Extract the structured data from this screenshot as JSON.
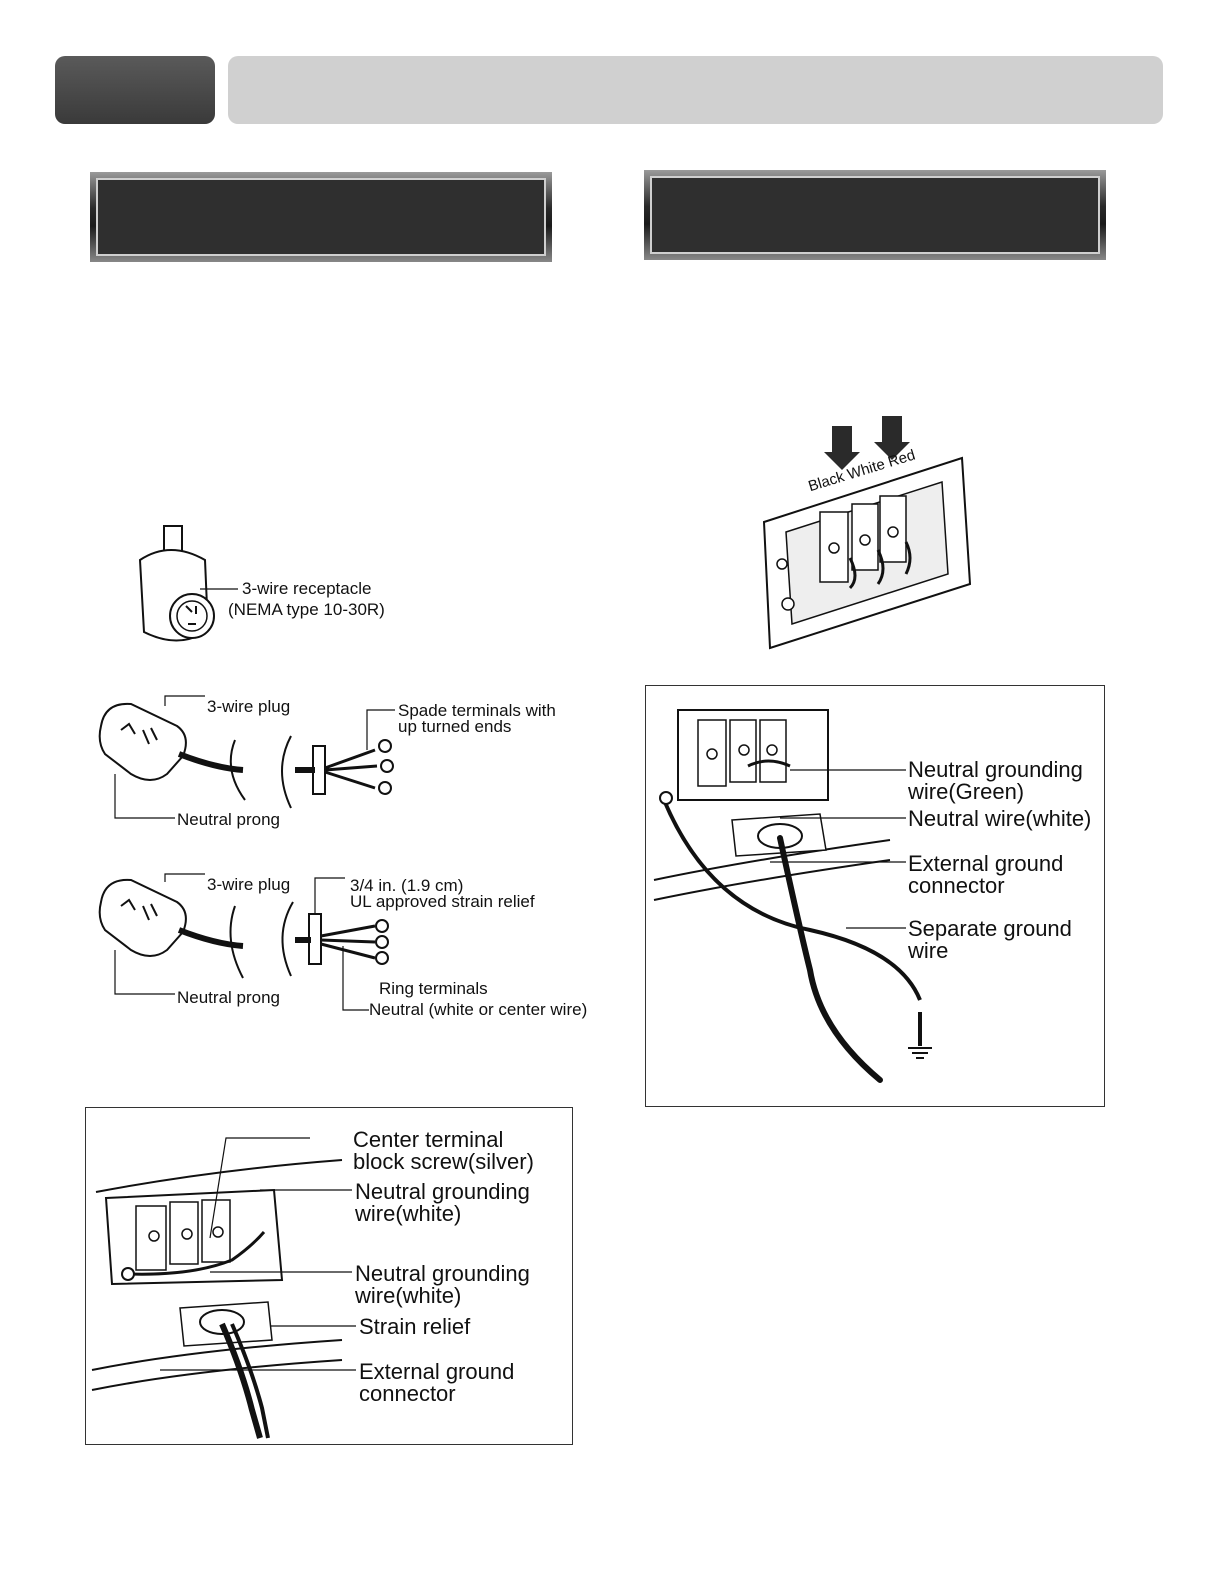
{
  "receptacle": {
    "line1": "3-wire receptacle",
    "line2": "(NEMA type 10-30R)"
  },
  "plug_spade": {
    "plug_label": "3-wire plug",
    "terminals_line1": "Spade terminals with",
    "terminals_line2": "up turned ends",
    "prong_label": "Neutral prong"
  },
  "plug_ring": {
    "plug_label": "3-wire plug",
    "strain_line1": "3/4 in. (1.9 cm)",
    "strain_line2": "UL approved strain relief",
    "ring_label": "Ring terminals",
    "prong_label": "Neutral prong",
    "neutral_label": "Neutral (white or center wire)"
  },
  "terminal_block": {
    "colors_label": "Black White Red"
  },
  "figure_3wire": {
    "center_line1": "Center terminal",
    "center_line2": "block screw(silver)",
    "ng1_line1": "Neutral grounding",
    "ng1_line2": "wire(white)",
    "ng2_line1": "Neutral grounding",
    "ng2_line2": "wire(white)",
    "strain": "Strain relief",
    "ext_line1": "External ground",
    "ext_line2": "connector"
  },
  "figure_4wire": {
    "ng_line1": "Neutral grounding",
    "ng_line2": "wire(Green)",
    "neutral": "Neutral wire(white)",
    "ext_line1": "External ground",
    "ext_line2": "connector",
    "sep_line1": "Separate ground",
    "sep_line2": "wire"
  }
}
